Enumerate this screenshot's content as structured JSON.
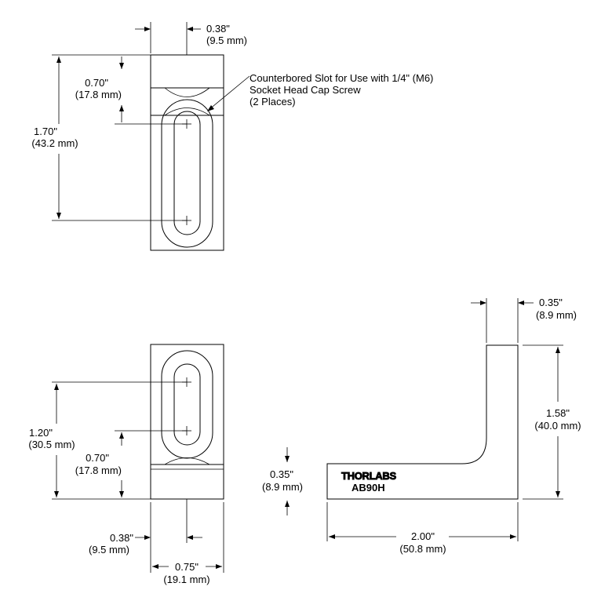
{
  "top_view": {
    "dim_offset": {
      "in": "0.38\"",
      "mm": "(9.5 mm)"
    },
    "dim_slot_spacing": {
      "in": "0.70\"",
      "mm": "(17.8 mm)"
    },
    "dim_height": {
      "in": "1.70\"",
      "mm": "(43.2 mm)"
    },
    "callout": {
      "line1": "Counterbored Slot for Use with 1/4\" (M6)",
      "line2": "Socket Head Cap Screw",
      "line3": "(2 Places)"
    }
  },
  "bottom_view": {
    "dim_hole_height": {
      "in": "1.20\"",
      "mm": "(30.5 mm)"
    },
    "dim_slot_spacing": {
      "in": "0.70\"",
      "mm": "(17.8 mm)"
    },
    "dim_offset": {
      "in": "0.38\"",
      "mm": "(9.5 mm)"
    },
    "dim_width": {
      "in": "0.75\"",
      "mm": "(19.1 mm)"
    }
  },
  "side_view": {
    "dim_thickness_top": {
      "in": "0.35\"",
      "mm": "(8.9 mm)"
    },
    "dim_height": {
      "in": "1.58\"",
      "mm": "(40.0 mm)"
    },
    "dim_thickness_left": {
      "in": "0.35\"",
      "mm": "(8.9 mm)"
    },
    "dim_length": {
      "in": "2.00\"",
      "mm": "(50.8 mm)"
    },
    "brand": "THORLABS",
    "model": "AB90H"
  }
}
